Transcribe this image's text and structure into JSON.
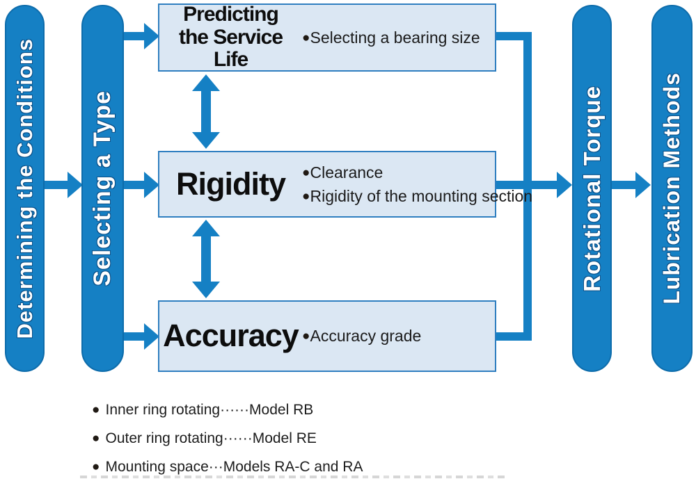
{
  "palette": {
    "pill_blue": "#1580c4",
    "pill_border": "#0d6cab",
    "box_fill": "#dbe7f3",
    "box_border": "#2e7ec0",
    "arrow_blue": "#1580c4",
    "text_dark": "#1a1a1a"
  },
  "bullet_glyph": "●",
  "pills": {
    "determining": "Determining the Conditions",
    "selecting": "Selecting a Type",
    "rotational": "Rotational Torque",
    "lubrication": "Lubrication Methods"
  },
  "boxes": [
    {
      "title_lines": [
        "Predicting",
        "the Service Life"
      ],
      "bullets": [
        "Selecting a bearing size"
      ]
    },
    {
      "title_lines": [
        "Rigidity"
      ],
      "bullets": [
        "Clearance",
        "Rigidity of the mounting section"
      ]
    },
    {
      "title_lines": [
        "Accuracy"
      ],
      "bullets": [
        "Accuracy grade"
      ]
    }
  ],
  "legend": [
    "Inner ring rotating······Model RB",
    "Outer ring rotating······Model RE",
    "Mounting space···Models RA-C and RA"
  ]
}
